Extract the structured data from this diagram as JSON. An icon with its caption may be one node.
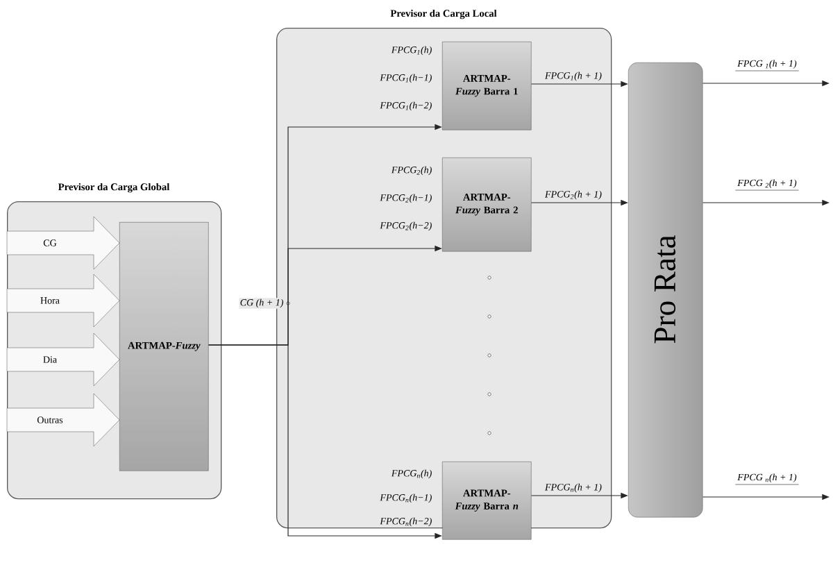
{
  "diagram": {
    "nodes": [
      {
        "text": [
          "Previsor da Carga Global"
        ]
      },
      {
        "text": [
          "ARTMAP-*Fuzzy*"
        ],
        "in": 0
      },
      {
        "text": [
          "Previsor da Carga Local"
        ]
      },
      {
        "text": [
          "ARTMAP-*Fuzzy* Barra 1"
        ],
        "in": 2,
        "beside": [
          "FPCG$_{1}$(h)",
          "FPCG$_{1}$(h−1)",
          "FPCG$_{1}$(h−2)"
        ]
      },
      {
        "text": [
          "ARTMAP-*Fuzzy* Barra 2"
        ],
        "in": 2,
        "beside": [
          "FPCG$_{2}$(h)",
          "FPCG$_{2}$(h−1)",
          "FPCG$_{2}$(h−2)"
        ]
      },
      {
        "text": [
          "ARTMAP-*Fuzzy* Barra *n*"
        ],
        "in": 2,
        "beside": [
          "FPCG$_{n}$(h)",
          "FPCG$_{n}$(h−1)",
          "FPCG$_{n}$(h−2)"
        ]
      },
      {
        "text": [
          "Pro Rata"
        ]
      }
    ],
    "edges": [
      {
        "from": null,
        "to": 1,
        "arrow": "to",
        "label": "CG",
        "style": "thick"
      },
      {
        "from": null,
        "to": 1,
        "arrow": "to",
        "label": "Hora",
        "style": "thick"
      },
      {
        "from": null,
        "to": 1,
        "arrow": "to",
        "label": "Dia",
        "style": "thick"
      },
      {
        "from": null,
        "to": 1,
        "arrow": "to",
        "label": "Outras",
        "style": "thick"
      },
      {
        "from": 1,
        "to": 3,
        "arrow": "to",
        "label": "CG (h + 1)"
      },
      {
        "from": 1,
        "to": 4,
        "arrow": "to"
      },
      {
        "from": 1,
        "to": 5,
        "arrow": "to"
      },
      {
        "from": 3,
        "to": 6,
        "arrow": "to",
        "label": "FPCG$_{1}$(h + 1)"
      },
      {
        "from": 4,
        "to": 6,
        "arrow": "to",
        "label": "FPCG$_{2}$(h + 1)"
      },
      {
        "from": 5,
        "to": 6,
        "arrow": "to",
        "label": "FPCG$_{n}$(h + 1)"
      },
      {
        "from": 6,
        "to": null,
        "arrow": "to",
        "label": "FPCG $_{1}$(h + 1)"
      },
      {
        "from": 6,
        "to": null,
        "arrow": "to",
        "label": "FPCG $_{2}$(h + 1)"
      },
      {
        "from": 6,
        "to": null,
        "arrow": "to",
        "label": "FPCG $_{n}$(h + 1)"
      }
    ]
  }
}
